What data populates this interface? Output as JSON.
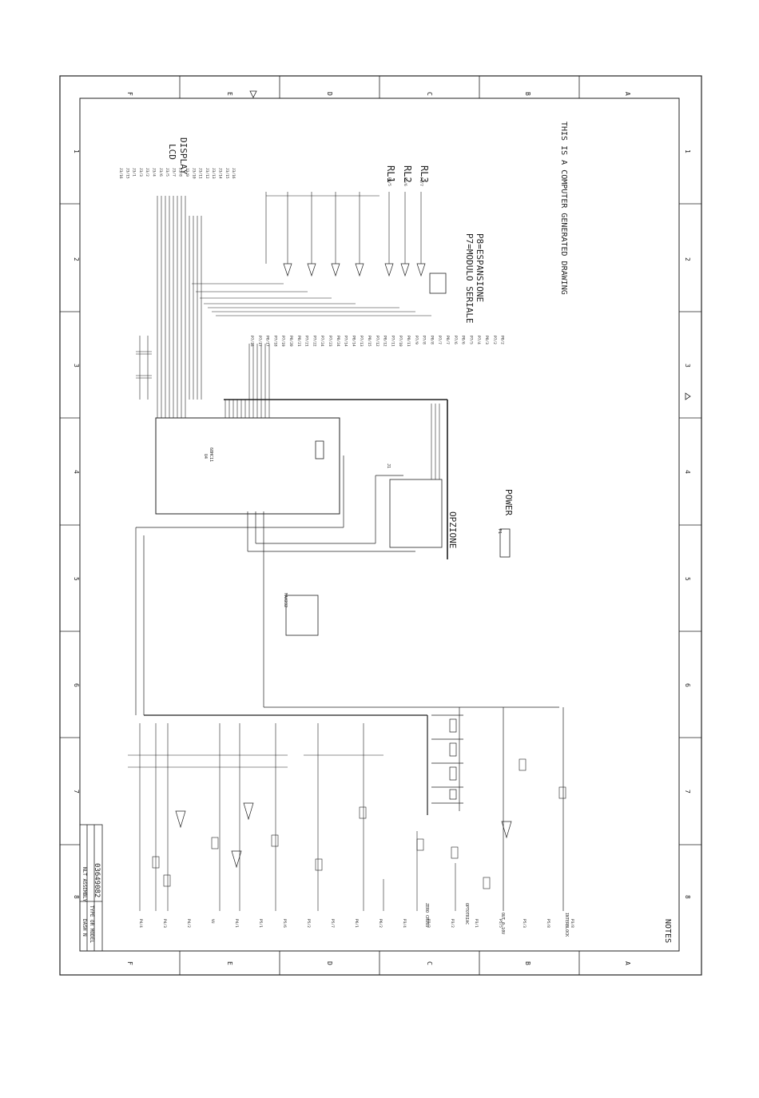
{
  "border": {
    "zones_top": [
      "F",
      "E",
      "D",
      "C",
      "B",
      "A"
    ],
    "zones_side": [
      "1",
      "2",
      "3",
      "4",
      "5",
      "6",
      "7",
      "8"
    ]
  },
  "labels": {
    "lcd": "LCD",
    "display": "DISPLAY",
    "computer_generated": "THIS IS A COMPUTER GENERATED DRAWING",
    "rl1": "RL1",
    "rl2": "RL2",
    "rl3": "RL3",
    "modulo_seriale": "P7=MODULO SERIALE",
    "espansione": "P8=ESPANSIONE",
    "opzione": "OPZIONE",
    "power": "POWER",
    "notes": "NOTES",
    "u4": "U4",
    "u4_part": "68HC11",
    "u1_part": "MAX232",
    "j1": "J1",
    "p1": "P1"
  },
  "title_block": {
    "dash_n": "DASH N",
    "type_or_model": "TYPE OR MODEL",
    "assembly": "NLT ASSEMBLY",
    "drawing_number": "03649082"
  },
  "lcd_pins": [
    "J3/16",
    "J3/15",
    "J3/1",
    "J3/3",
    "J3/2",
    "J3/4",
    "J3/6",
    "J3/5",
    "J3/7",
    "J3/8",
    "J3/9",
    "J3/10",
    "J3/11",
    "J3/12",
    "J3/13",
    "J3/14",
    "J3/15",
    "J3/16"
  ],
  "connector_pins": [
    "P7/16",
    "P7/17",
    "P8/17",
    "P7/18",
    "P7/19",
    "P8/20",
    "P8/21",
    "P7/21",
    "P7/22",
    "P7/24",
    "P7/23",
    "P8/24",
    "P7/14",
    "P8/14",
    "P7/13",
    "P8/15",
    "P7/12",
    "P8/12",
    "P7/11",
    "P7/10",
    "P8/11",
    "P7/9",
    "P7/8",
    "P8/8",
    "P7/7",
    "P8/7",
    "P7/6",
    "P8/6",
    "P7/5",
    "P7/4",
    "P8/3",
    "P7/2",
    "P8/2"
  ],
  "bottom_connectors": [
    "P4/4",
    "P4/3",
    "P4/2",
    "VU",
    "P4/1",
    "P5/1",
    "P5/6",
    "P5/2",
    "P5/7",
    "P6/1",
    "P6/2",
    "P3/4",
    "P3/3",
    "P3/2",
    "P3/1",
    "P5/5",
    "P5/3",
    "P5/8",
    "P3/8"
  ],
  "bottom_captions": [
    "ZERO CROSS",
    "OPTOTRIAC",
    "OUT 0-10V",
    "INTERBLOCK"
  ],
  "relay_pins": [
    "P3/5",
    "P3/6",
    "P3/7"
  ]
}
